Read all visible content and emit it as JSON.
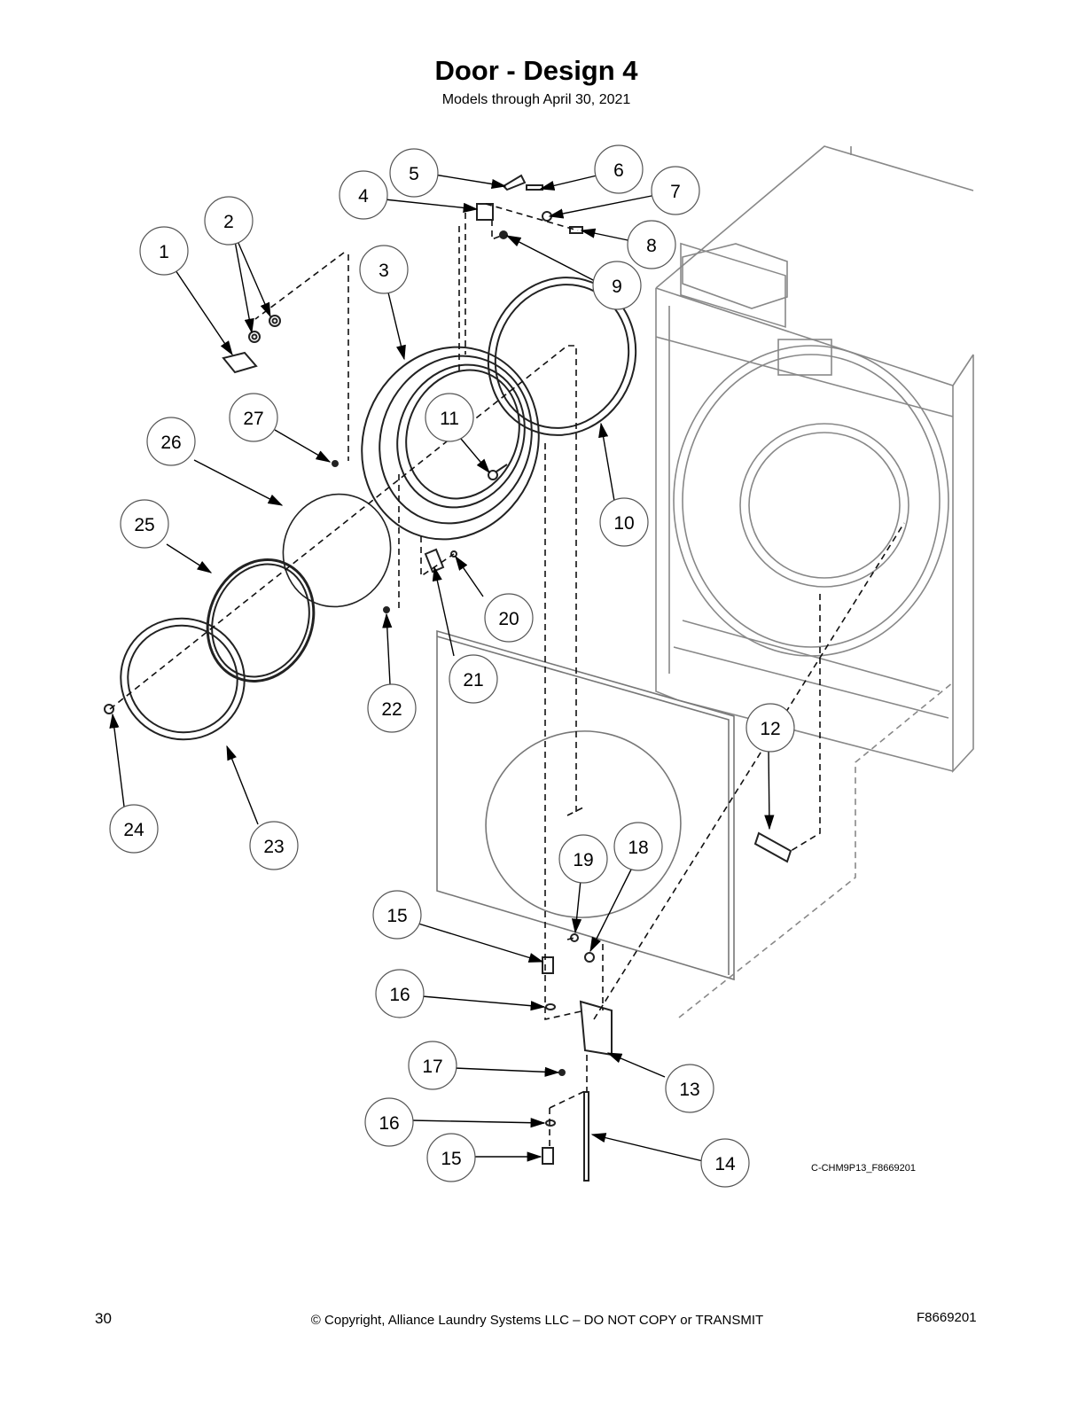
{
  "header": {
    "title": "Door - Design 4",
    "subtitle": "Models through April 30, 2021"
  },
  "diagram": {
    "drawing_code": "C-CHM9P13_F8669201",
    "callouts": [
      {
        "label": "1"
      },
      {
        "label": "2"
      },
      {
        "label": "3"
      },
      {
        "label": "4"
      },
      {
        "label": "5"
      },
      {
        "label": "6"
      },
      {
        "label": "7"
      },
      {
        "label": "8"
      },
      {
        "label": "9"
      },
      {
        "label": "10"
      },
      {
        "label": "11"
      },
      {
        "label": "12"
      },
      {
        "label": "13"
      },
      {
        "label": "14"
      },
      {
        "label": "15"
      },
      {
        "label": "15"
      },
      {
        "label": "16"
      },
      {
        "label": "16"
      },
      {
        "label": "17"
      },
      {
        "label": "18"
      },
      {
        "label": "19"
      },
      {
        "label": "20"
      },
      {
        "label": "21"
      },
      {
        "label": "22"
      },
      {
        "label": "23"
      },
      {
        "label": "24"
      },
      {
        "label": "25"
      },
      {
        "label": "26"
      },
      {
        "label": "27"
      }
    ]
  },
  "footer": {
    "page_number": "30",
    "copyright": "© Copyright, Alliance Laundry Systems LLC – DO NOT COPY or TRANSMIT",
    "doc_code": "F8669201"
  }
}
